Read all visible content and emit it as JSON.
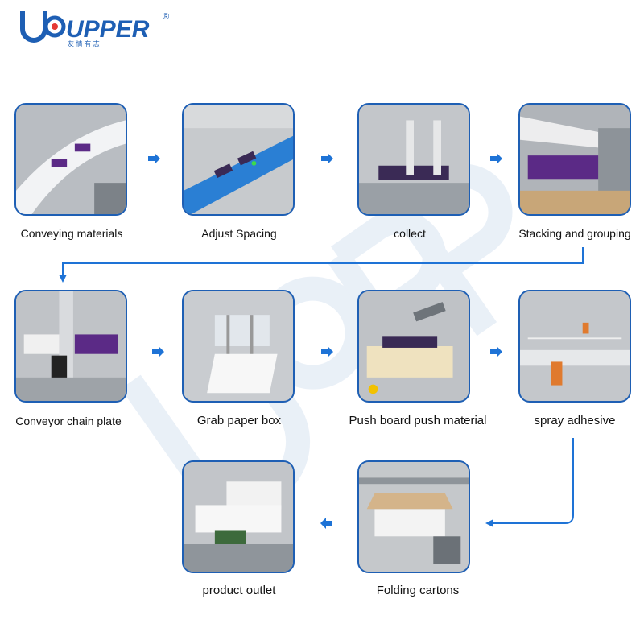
{
  "brand": {
    "name": "UPPER",
    "registered": "®",
    "tagline": "友 情 有 志",
    "primary_color": "#1e5fb4",
    "accent_color": "#e53935"
  },
  "steps": [
    {
      "label": "Conveying materials"
    },
    {
      "label": "Adjust Spacing"
    },
    {
      "label": "collect"
    },
    {
      "label": "Stacking and grouping"
    },
    {
      "label": "Conveyor chain plate"
    },
    {
      "label": "Grab paper box"
    },
    {
      "label": "Push board push material"
    },
    {
      "label": "spray adhesive"
    },
    {
      "label": "product outlet"
    },
    {
      "label": "Folding cartons"
    }
  ],
  "arrow_color": "#1e73d6"
}
